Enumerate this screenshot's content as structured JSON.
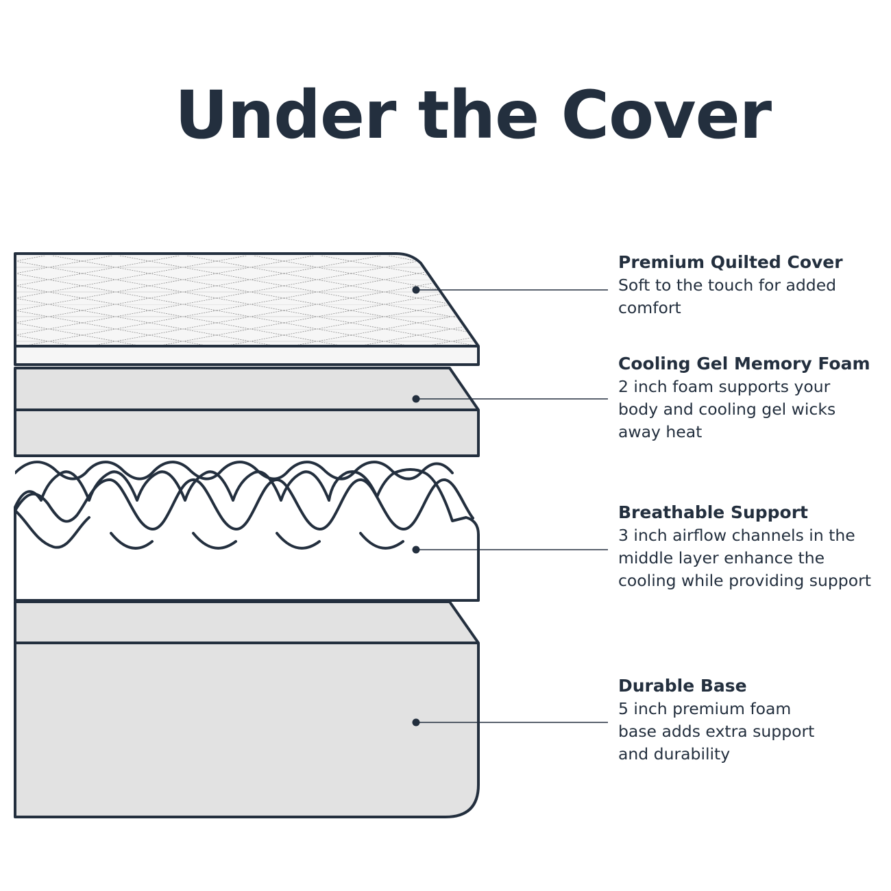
{
  "title": "Under the Cover",
  "colors": {
    "ink": "#232f3e",
    "foam_fill": "#e2e2e2",
    "cover_fill": "#f6f6f6",
    "background": "#ffffff"
  },
  "layers": [
    {
      "name": "Premium Quilted Cover",
      "description": "Soft to the touch for added\ncomfort"
    },
    {
      "name": "Cooling Gel Memory Foam",
      "description": "2 inch foam supports your\nbody and cooling gel wicks\naway heat"
    },
    {
      "name": "Breathable Support",
      "description": "3 inch airflow channels in the\nmiddle layer enhance the\ncooling while providing support"
    },
    {
      "name": "Durable Base",
      "description": "5 inch premium foam\nbase adds extra support\nand durability"
    }
  ]
}
